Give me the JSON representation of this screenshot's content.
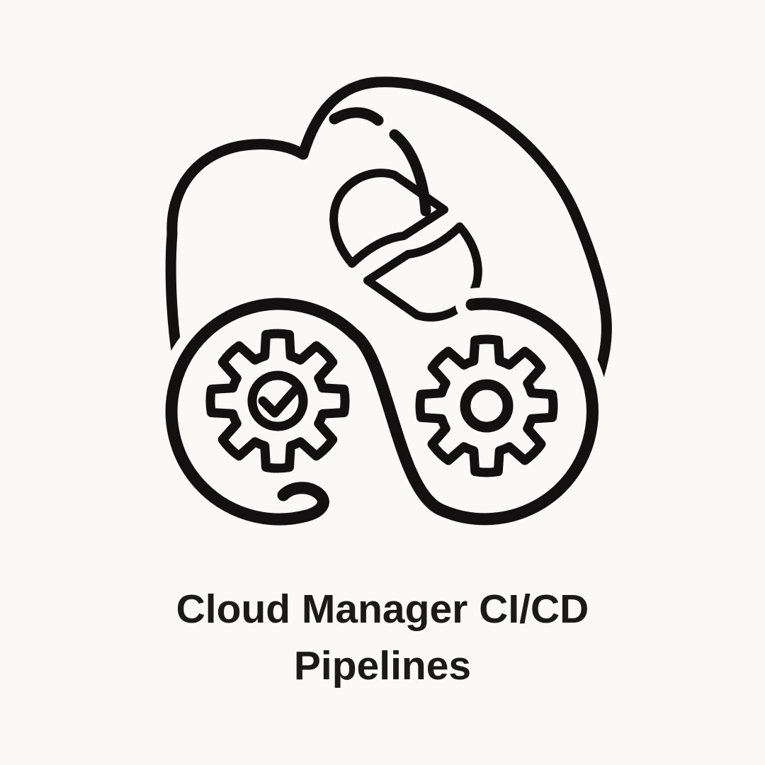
{
  "colors": {
    "background": "#FBF8F8",
    "ink": "#121010",
    "text": "#1C1919"
  },
  "illustration": {
    "name": "cloud-cicd-pipelines-illustration",
    "parts": {
      "cloud": "cloud-outline-icon",
      "cloud_highlight": "cloud-inner-highlight-dashes",
      "sync": "sync-arrows-icon",
      "loop": "infinity-pipeline-loop",
      "gear_left": "gear-with-checkmark-icon",
      "gear_right": "gear-icon"
    }
  },
  "title": {
    "text": "Cloud Manager CI/CD Pipelines",
    "lines": [
      "Cloud Manager CI/CD",
      "Pipelines"
    ]
  }
}
